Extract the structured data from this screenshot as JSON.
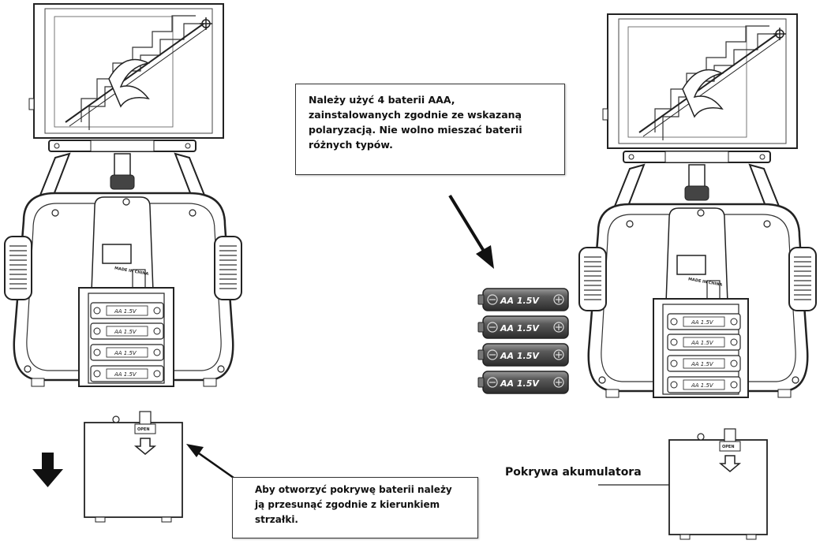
{
  "callouts": {
    "batteries": "Należy użyć 4 baterii AAA,\nzainstalowanych zgodnie ze wskazaną\npolaryzacją. Nie wolno mieszać baterii\nróżnych typów.",
    "open_cover": "Aby otworzyć pokrywę baterii należy\nją przesunąć zgodnie z kierunkiem\nstrzałki.",
    "cover_label": "Pokrywa akumulatora"
  },
  "labels": {
    "made_in": "MADE IN CHINA",
    "open": "OPEN",
    "cell_label": "AA 1.5V"
  },
  "loose_batteries": [
    {
      "label": "AA 1.5V"
    },
    {
      "label": "AA 1.5V"
    },
    {
      "label": "AA 1.5V"
    },
    {
      "label": "AA 1.5V"
    }
  ]
}
